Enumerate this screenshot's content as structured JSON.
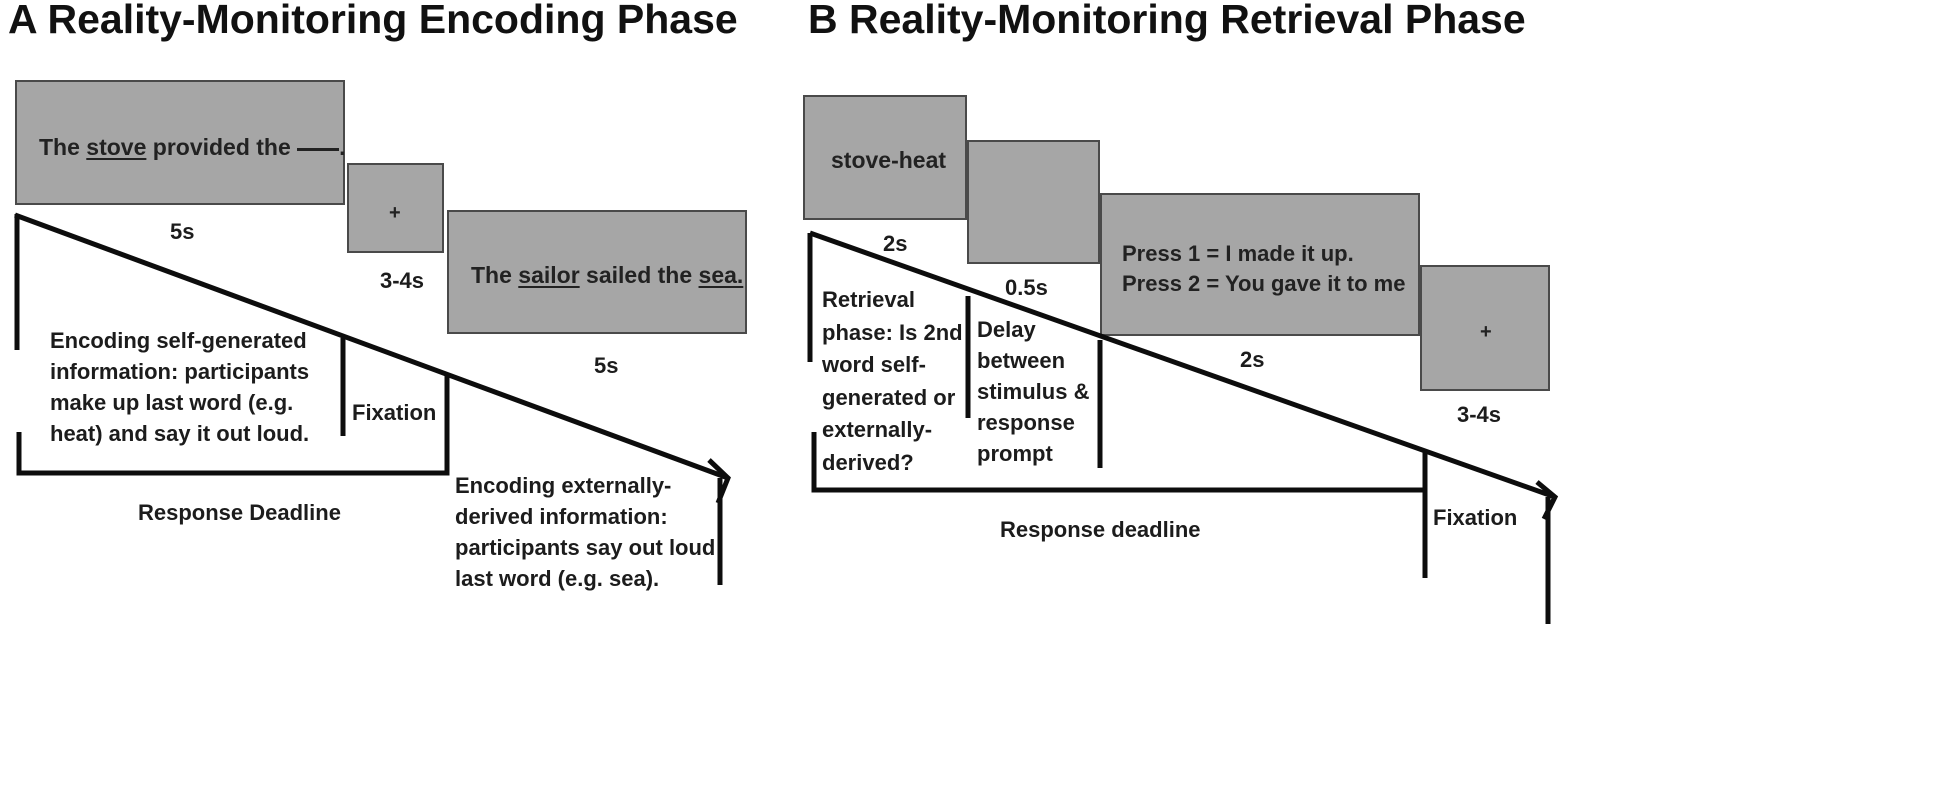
{
  "panel_a": {
    "title": "A  Reality-Monitoring Encoding Phase",
    "box1": {
      "pre": "The ",
      "underlined": "stove",
      "post": " provided the ",
      "end": "."
    },
    "box1_duration": "5s",
    "fixation_symbol": "+",
    "fixation_duration": "3-4s",
    "box3": {
      "pre": "The ",
      "word1": "sailor",
      "mid": " sailed the ",
      "word2": "sea."
    },
    "box3_duration": "5s",
    "self_generated": "Encoding self-generated\ninformation: participants\nmake up last word (e.g.\nheat) and say it out loud.",
    "fixation_label": "Fixation",
    "response_deadline": "Response Deadline",
    "externally_derived": "Encoding externally-\nderived information:\nparticipants say out loud\nlast word (e.g. sea)."
  },
  "panel_b": {
    "title": "B  Reality-Monitoring Retrieval Phase",
    "box1_text": "stove-heat",
    "box1_duration": "2s",
    "delay_duration": "0.5s",
    "prompt_line1": "Press 1 = I made it up.",
    "prompt_line2": "Press 2 = You gave it to me",
    "prompt_duration": "2s",
    "fixation_symbol": "+",
    "fixation_duration": "3-4s",
    "retrieval_label": "Retrieval\nphase: Is 2nd\nword self-\ngenerated or\nexternally-\nderived?",
    "delay_label": "Delay\nbetween\nstimulus &\nresponse\nprompt",
    "response_deadline": "Response deadline",
    "fixation_label": "Fixation"
  }
}
